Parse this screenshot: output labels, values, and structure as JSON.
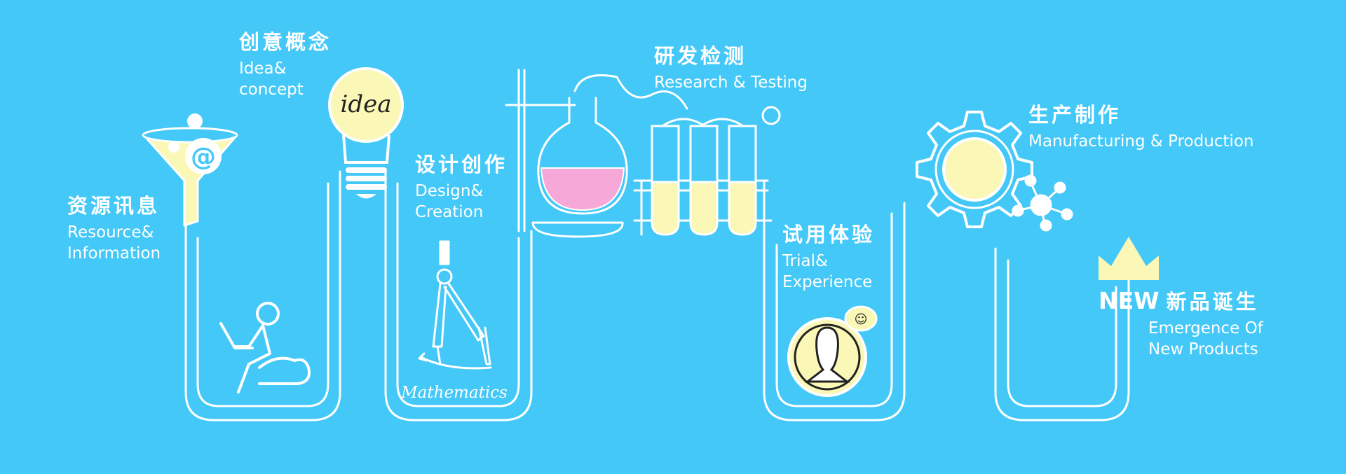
{
  "stages": [
    {
      "id": "resource",
      "cn": "资源讯息",
      "en": [
        "Resource&",
        "Information"
      ]
    },
    {
      "id": "idea",
      "cn": "创意概念",
      "en": [
        "Idea&",
        "concept"
      ]
    },
    {
      "id": "design",
      "cn": "设计创作",
      "en": [
        "Design&",
        "Creation"
      ]
    },
    {
      "id": "research",
      "cn": "研发检测",
      "en": [
        "Research & Testing"
      ]
    },
    {
      "id": "trial",
      "cn": "试用体验",
      "en": [
        "Trial&",
        "Experience"
      ]
    },
    {
      "id": "manufacturing",
      "cn": "生产制作",
      "en": [
        "Manufacturing & Production"
      ]
    },
    {
      "id": "new",
      "new_word": "NEW",
      "cn": "新品诞生",
      "en": [
        "Emergence Of",
        "New Products"
      ]
    }
  ],
  "illustrations": {
    "bulb_text": "idea",
    "compass_text": "Mathematics"
  },
  "colors": {
    "background": "#43c8f8",
    "line": "#ffffff",
    "accent_yellow": "#fbf7b6",
    "flask_pink": "#f6a9d8"
  }
}
